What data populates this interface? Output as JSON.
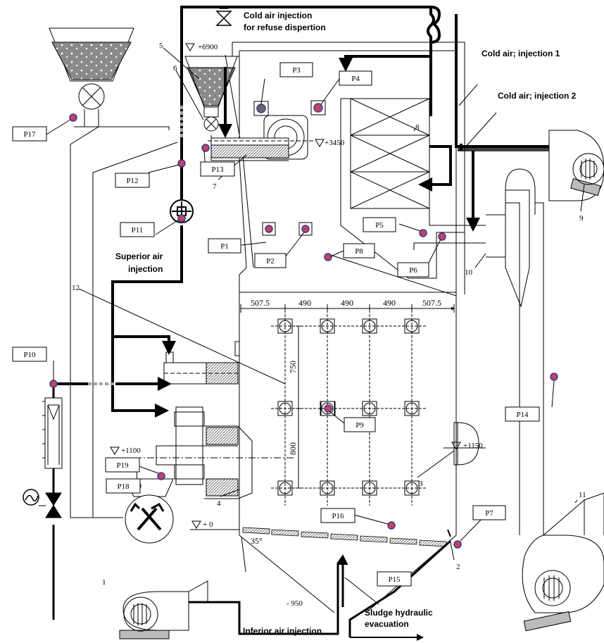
{
  "annotations": {
    "cold_air_refuse": [
      "Cold air injection",
      "for refuse dispertion"
    ],
    "cold_air_1": "Cold air; injection 1",
    "cold_air_2": "Cold air; injection 2",
    "superior_air": [
      "Superior air",
      "injection"
    ],
    "inferior_air": "Inferior air injection",
    "sludge": [
      "Sludge hydraulic",
      "evacuation"
    ]
  },
  "elevations": {
    "e6900": "+6900",
    "e3450": "+3450",
    "e1100": "+1100",
    "e1150": "+1150",
    "e0": "+ 0",
    "em950": "- 950"
  },
  "dimensions": {
    "d1": "507.5",
    "d2": "490",
    "d3": "490",
    "d4": "490",
    "d5": "507.5",
    "v750": "750",
    "v800": "800",
    "angle": "35°"
  },
  "components": {
    "c1": "1",
    "c2": "2",
    "c3": "3",
    "c4": "4",
    "c5": "5",
    "c6": "6",
    "c7": "7",
    "c8": "8",
    "c9": "9",
    "c10": "10",
    "c11": "11",
    "c12": "12"
  },
  "probes": {
    "P1": "P1",
    "P2": "P2",
    "P3": "P3",
    "P4": "P4",
    "P5": "P5",
    "P6": "P6",
    "P7": "P7",
    "P8": "P8",
    "P9": "P9",
    "P10": "P10",
    "P11": "P11",
    "P12": "P12",
    "P13": "P13",
    "P14": "P14",
    "P15": "P15",
    "P16": "P16",
    "P17": "P17",
    "P18": "P18",
    "P19": "P19"
  },
  "colors": {
    "probe_fill": "#c0455a",
    "probe_ring": "#3a3a9a",
    "hopper_fill": "#8a8a8a",
    "pipe": "#000000",
    "dashed": "#a0a0a0"
  }
}
